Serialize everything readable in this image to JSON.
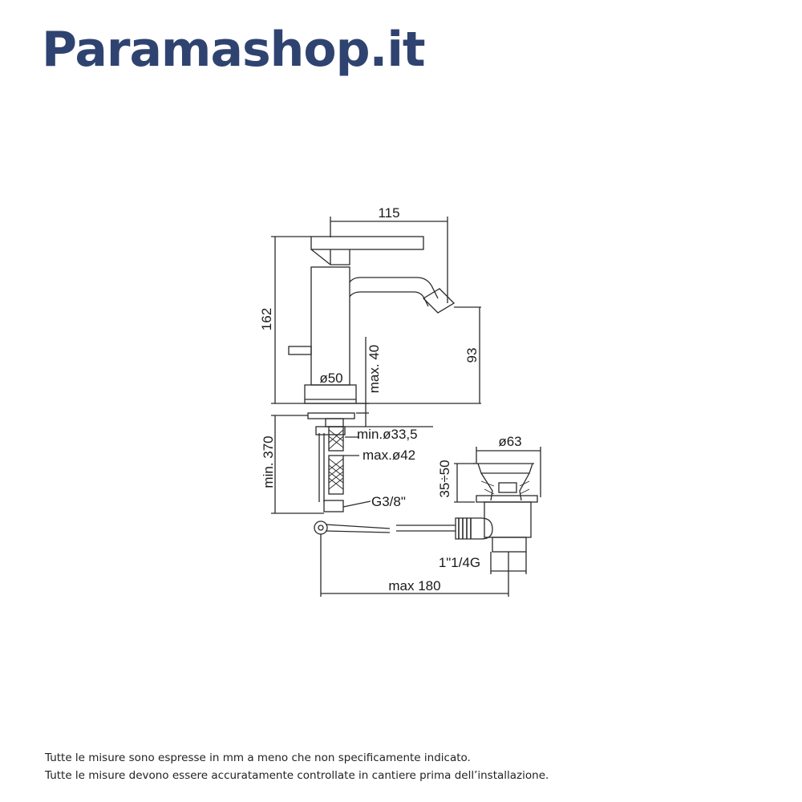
{
  "brand": {
    "name": "Paramashop.it",
    "color": "#2f4370"
  },
  "drawing": {
    "line_color": "#2a2a2a",
    "dimensions": {
      "width_top": "115",
      "height_total": "162",
      "spout_height": "93",
      "max_thickness": "max. 40",
      "base_diameter": "ø50",
      "min_hole": "min.ø33,5",
      "max_hole": "max.ø42",
      "min_length": "min. 370",
      "connection": "G3/8\"",
      "drain_diameter": "ø63",
      "drain_range": "35÷50",
      "drain_thread": "1\"1/4G",
      "max_reach": "max 180"
    }
  },
  "notes": {
    "line1": "Tutte le misure sono espresse in mm a meno che non specificamente indicato.",
    "line2": "Tutte le misure devono essere accuratamente controllate in cantiere prima dell’installazione."
  }
}
